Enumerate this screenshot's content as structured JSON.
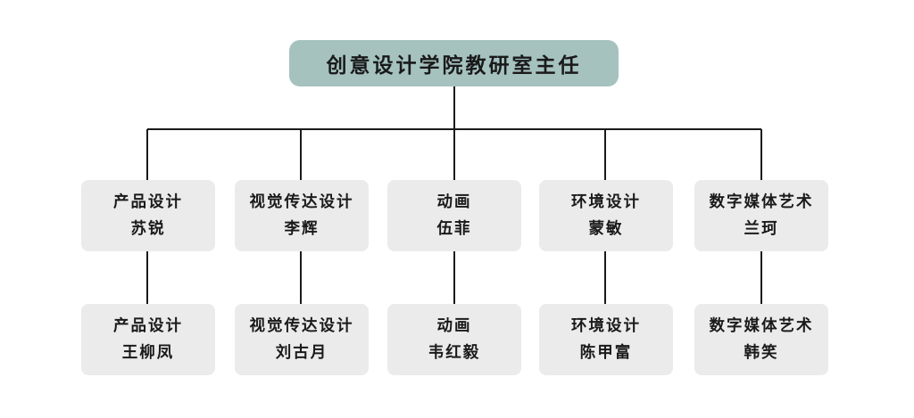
{
  "root": {
    "title": "创意设计学院教研室主任"
  },
  "departments": [
    {
      "name": "产品设计",
      "head": "苏锐",
      "member_department": "产品设计",
      "member": "王柳凤"
    },
    {
      "name": "视觉传达设计",
      "head": "李辉",
      "member_department": "视觉传达设计",
      "member": "刘古月"
    },
    {
      "name": "动画",
      "head": "伍菲",
      "member_department": "动画",
      "member": "韦红毅"
    },
    {
      "name": "环境设计",
      "head": "蒙敏",
      "member_department": "环境设计",
      "member": "陈甲富"
    },
    {
      "name": "数字媒体艺术",
      "head": "兰珂",
      "member_department": "数字媒体艺术",
      "member": "韩笑"
    }
  ],
  "colors": {
    "root_fill": "#a5c2bf",
    "node_fill": "#ebebeb",
    "line": "#1a1a1a",
    "text": "#1a1a1a"
  }
}
